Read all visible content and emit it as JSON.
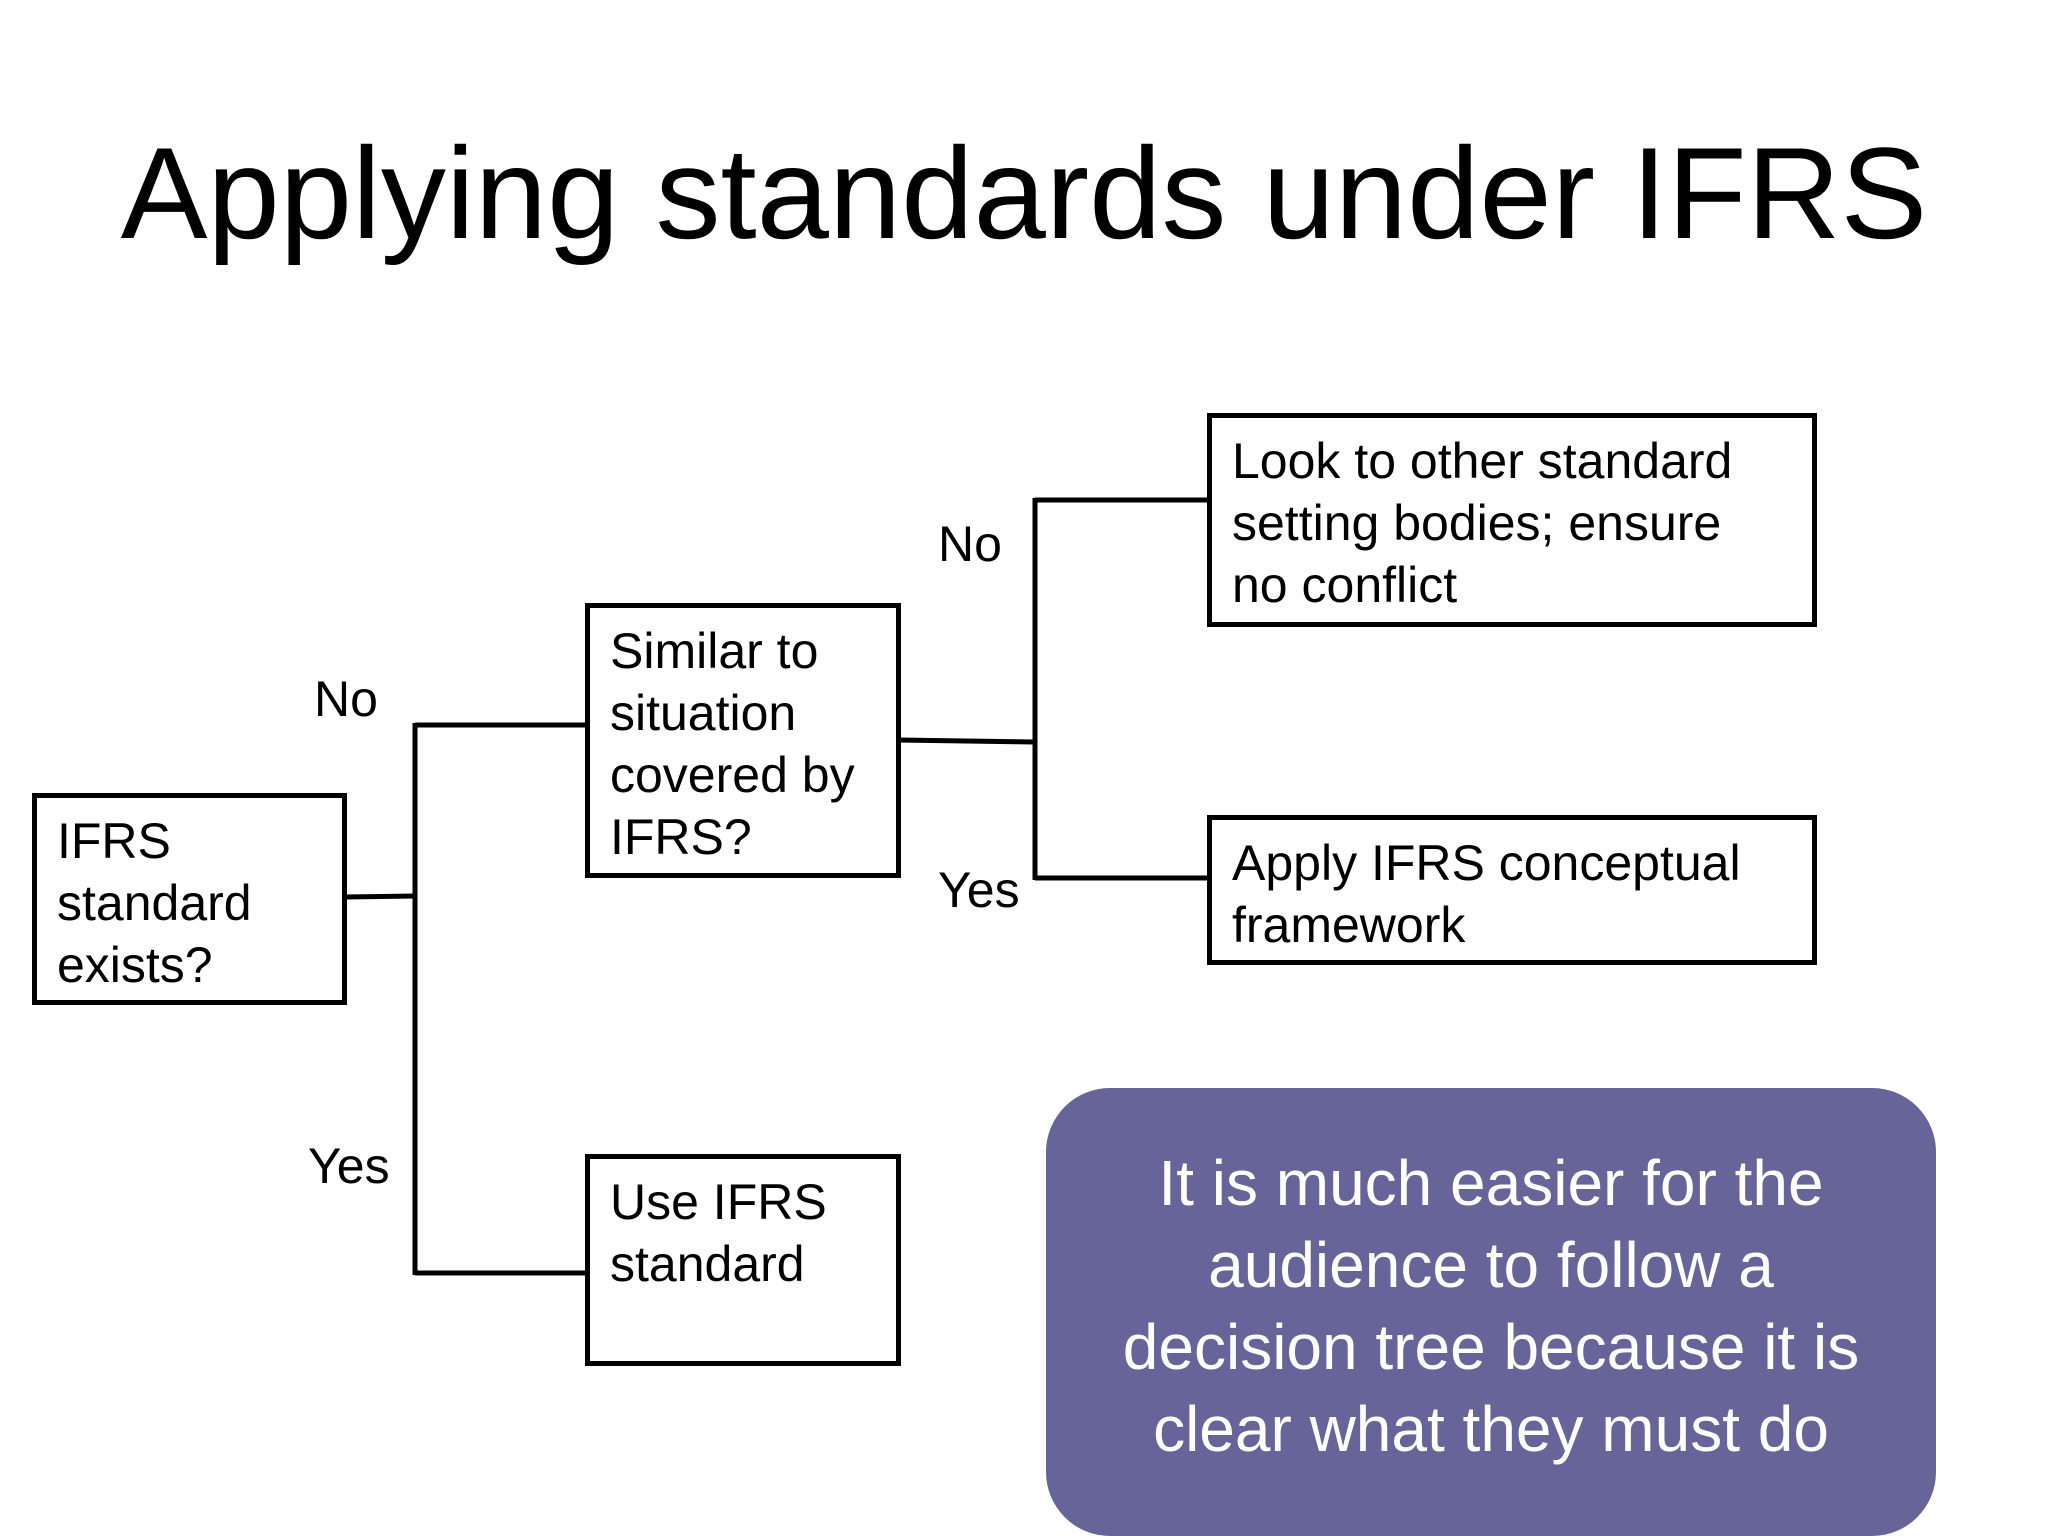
{
  "slide": {
    "title": "Applying standards under IFRS"
  },
  "decision_tree": {
    "root": {
      "lines": [
        "IFRS",
        "standard",
        "exists?"
      ]
    },
    "similar_question": {
      "lines": [
        "Similar to",
        "situation",
        "covered by",
        "IFRS?"
      ]
    },
    "use_standard": {
      "lines": [
        "Use IFRS",
        "standard"
      ]
    },
    "other_bodies": {
      "lines": [
        "Look to other standard",
        "setting bodies; ensure",
        "no conflict"
      ]
    },
    "conceptual_framework": {
      "lines": [
        "Apply IFRS conceptual",
        "framework"
      ]
    },
    "labels": {
      "root_no": "No",
      "root_yes": "Yes",
      "similar_no": "No",
      "similar_yes": "Yes"
    }
  },
  "callout": {
    "lines": [
      "It is much easier for the",
      "audience to follow a",
      "decision tree because it is",
      "clear what they must do"
    ],
    "background_color": "#676499",
    "text_color": "#ffffff"
  }
}
